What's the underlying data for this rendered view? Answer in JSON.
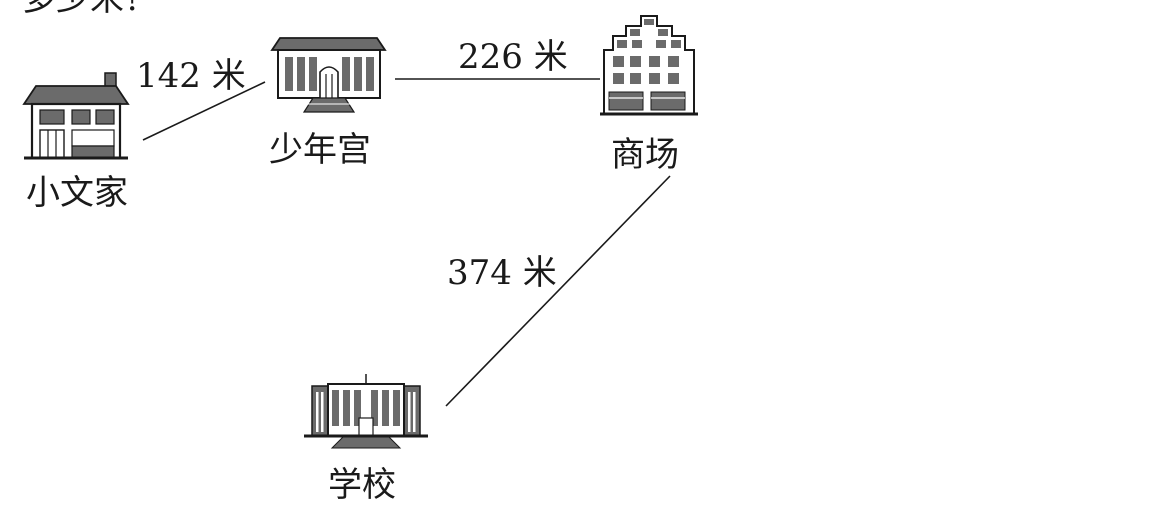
{
  "question_fragment": "多少米?",
  "places": {
    "home": "小文家",
    "palace": "少年宫",
    "mall": "商场",
    "school": "学校"
  },
  "distances": {
    "home_palace": "142 米",
    "palace_mall": "226 米",
    "mall_school": "374 米"
  },
  "icons": {
    "home": "house-icon",
    "palace": "youth-palace-icon",
    "mall": "shopping-mall-icon",
    "school": "school-icon"
  },
  "colors": {
    "ink": "#1a1a1a",
    "icon_fill": "#6b6b6b",
    "background": "#ffffff"
  }
}
